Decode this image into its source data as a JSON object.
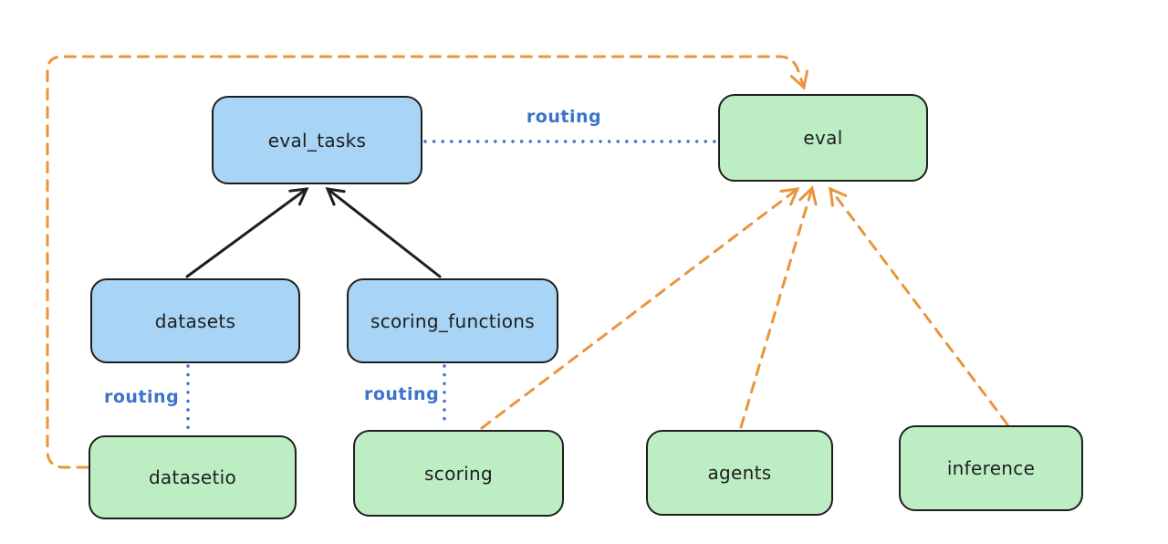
{
  "diagram": {
    "colors": {
      "background": "#ffffff",
      "node_border": "#1e1e1e",
      "node_text": "#1e1e1e",
      "blue_fill": "#a8d4f5",
      "green_fill": "#bdeec3",
      "routing_blue": "#3b73c8",
      "orange": "#e9953b"
    },
    "nodes": [
      {
        "id": "eval_tasks",
        "label": "eval_tasks",
        "color": "blue"
      },
      {
        "id": "eval",
        "label": "eval",
        "color": "green"
      },
      {
        "id": "datasets",
        "label": "datasets",
        "color": "blue"
      },
      {
        "id": "scoring_functions",
        "label": "scoring_functions",
        "color": "blue"
      },
      {
        "id": "datasetio",
        "label": "datasetio",
        "color": "green"
      },
      {
        "id": "scoring",
        "label": "scoring",
        "color": "green"
      },
      {
        "id": "agents",
        "label": "agents",
        "color": "green"
      },
      {
        "id": "inference",
        "label": "inference",
        "color": "green"
      }
    ],
    "edges": [
      {
        "from": "datasets",
        "to": "eval_tasks",
        "style": "solid-arrow",
        "color": "black",
        "label": ""
      },
      {
        "from": "scoring_functions",
        "to": "eval_tasks",
        "style": "solid-arrow",
        "color": "black",
        "label": ""
      },
      {
        "from": "eval_tasks",
        "to": "eval",
        "style": "dotted-line",
        "color": "blue",
        "label": "routing"
      },
      {
        "from": "datasets",
        "to": "datasetio",
        "style": "dotted-line",
        "color": "blue",
        "label": "routing"
      },
      {
        "from": "scoring_functions",
        "to": "scoring",
        "style": "dotted-line",
        "color": "blue",
        "label": "routing"
      },
      {
        "from": "datasetio",
        "to": "eval",
        "style": "dashed-arrow",
        "color": "orange",
        "label": ""
      },
      {
        "from": "scoring",
        "to": "eval",
        "style": "dashed-arrow",
        "color": "orange",
        "label": ""
      },
      {
        "from": "agents",
        "to": "eval",
        "style": "dashed-arrow",
        "color": "orange",
        "label": ""
      },
      {
        "from": "inference",
        "to": "eval",
        "style": "dashed-arrow",
        "color": "orange",
        "label": ""
      }
    ]
  }
}
